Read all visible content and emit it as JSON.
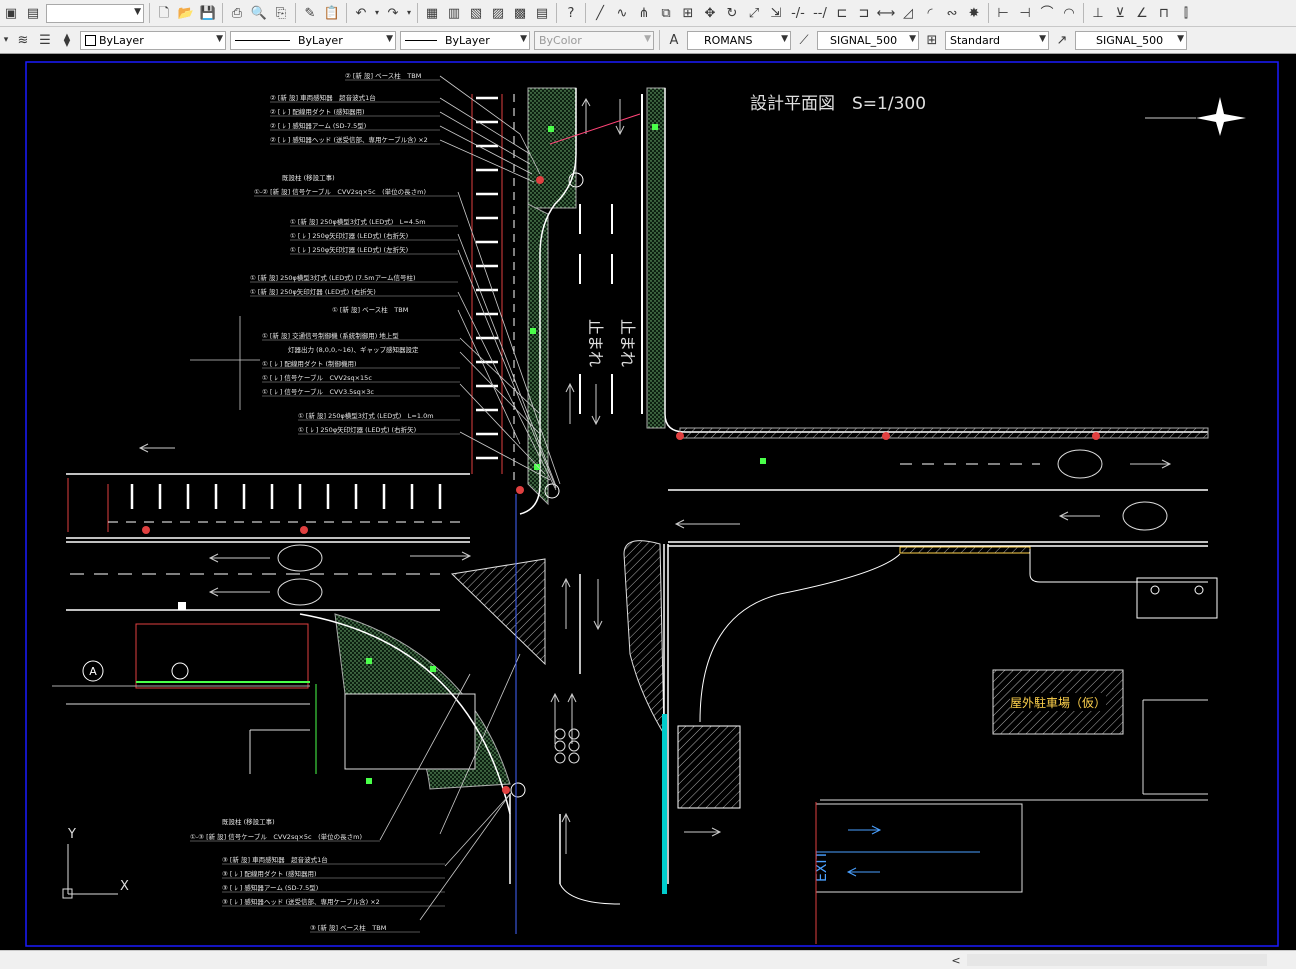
{
  "toolbar1": {
    "workspace_value": "",
    "icons": [
      "new-icon",
      "open-icon",
      "save-icon",
      "plot-icon",
      "plot-preview-icon",
      "publish-icon",
      "matchprop-icon",
      "paste-icon",
      "undo-icon",
      "redo-icon",
      "properties-icon",
      "designcenter-icon",
      "toolpalette-icon",
      "sheetset-icon",
      "markup-icon",
      "help-icon",
      "line-icon",
      "polyline-icon",
      "mirror-icon",
      "copy-icon",
      "array-icon",
      "move-icon",
      "rotate-icon",
      "scale-icon",
      "stretch-icon",
      "trim-icon",
      "extend-icon",
      "break-icon",
      "join-icon",
      "chamfer-icon",
      "fillet-icon",
      "explode-icon",
      "erase-icon",
      "dim-linear-icon",
      "dim-aligned-icon",
      "dim-arc-icon",
      "dim-radius-icon",
      "dim-angular-icon"
    ]
  },
  "toolbar2": {
    "color_value": "ByLayer",
    "linetype_value": "ByLayer",
    "lineweight_value": "ByLayer",
    "plotstyle_value": "ByColor",
    "textstyle_value": "ROMANS",
    "dimstyle_value": "SIGNAL_500",
    "tablestyle_value": "Standard",
    "mleaderstyle_value": "SIGNAL_500"
  },
  "drawing": {
    "title": "設計平面図　S=1/300",
    "label_circle_a": "A",
    "ucs_y": "Y",
    "ucs_x": "X",
    "exit_label": "EXIT",
    "building_label": "屋外駐車場（仮）",
    "road_mark_stop": "止まれ",
    "annotations_top": [
      "② [新 設] ベース柱　TBM",
      "② [新 設] 車両感知器　超音波式1台",
      "② [ ﾚ ] 配線用ダクト (感知器用)",
      "② [ ﾚ ] 感知器アーム (SD-7.5型)",
      "② [ ﾚ ] 感知器ヘッド (送受信部、専用ケーブル含) ×2"
    ],
    "annotations_mid1": [
      "既設柱 (移設工事)",
      "①-② [新 設] 信号ケーブル　CVV2sq×5c　(単位の長さm)"
    ],
    "annotations_mid2": [
      "① [新 設] 250φ横型3灯式 (LED式)　L=4.5m",
      "① [ ﾚ ] 250φ矢印灯器 (LED式) (右折矢)",
      "① [ ﾚ ] 250φ矢印灯器 (LED式) (左折矢)"
    ],
    "annotations_mid3": [
      "① [新 設] 250φ横型3灯式 (LED式) (7.5mアーム信号柱)",
      "① [新 設] 250φ矢印灯器 (LED式) (右折矢)"
    ],
    "annotations_mid4": [
      "① [新 設] ベース柱　TBM",
      "① [新 設] 交通信号制御機 (系統制御用) 地上型",
      "　　　　灯器出力 (8,0,0,~16)、ギャップ感知器設定",
      "① [ ﾚ ] 配線用ダクト (制御機用)",
      "① [ ﾚ ] 信号ケーブル　CVV2sq×15c",
      "① [ ﾚ ] 信号ケーブル　CVV3.5sq×3c"
    ],
    "annotations_mid5": [
      "① [新 設] 250φ横型3灯式 (LED式)　L=1.0m",
      "① [ ﾚ ] 250φ矢印灯器 (LED式) (右折矢)"
    ],
    "annotations_bottom": [
      "既設柱 (移設工事)",
      "①-③ [新 設] 信号ケーブル　CVV2sq×5c　(単位の長さm)",
      "③ [新 設] 車両感知器　超音波式1台",
      "③ [ ﾚ ] 配線用ダクト (感知器用)",
      "③ [ ﾚ ] 感知器アーム (SD-7.5型)",
      "③ [ ﾚ ] 感知器ヘッド (送受信部、専用ケーブル含) ×2",
      "③ [新 設] ベース柱　TBM"
    ]
  },
  "statusbar": {
    "scroll_left": "<"
  }
}
